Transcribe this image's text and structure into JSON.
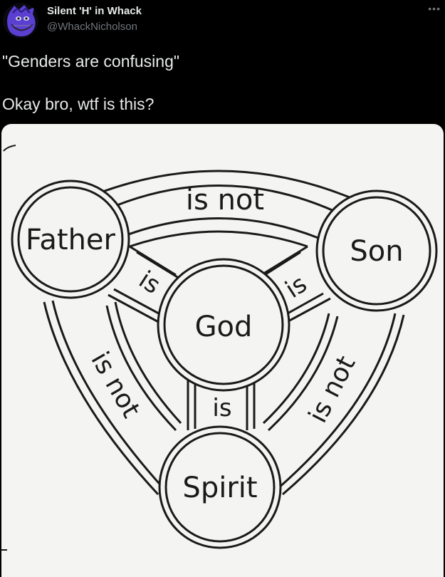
{
  "author": {
    "display_name": "Silent 'H' in Whack",
    "handle": "@WhackNicholson",
    "avatar_icon": "purple-smiling-face-avatar"
  },
  "more_icon": "more-options-icon",
  "tweet_text": {
    "line1": "\"Genders are confusing\"",
    "line2": "Okay bro, wtf is this?"
  },
  "diagram": {
    "nodes": {
      "father": "Father",
      "son": "Son",
      "spirit": "Spirit",
      "god": "God"
    },
    "labels": {
      "top": "is not",
      "left": "is not",
      "right": "is not",
      "is_left": "is",
      "is_right": "is",
      "is_bottom": "is"
    }
  }
}
